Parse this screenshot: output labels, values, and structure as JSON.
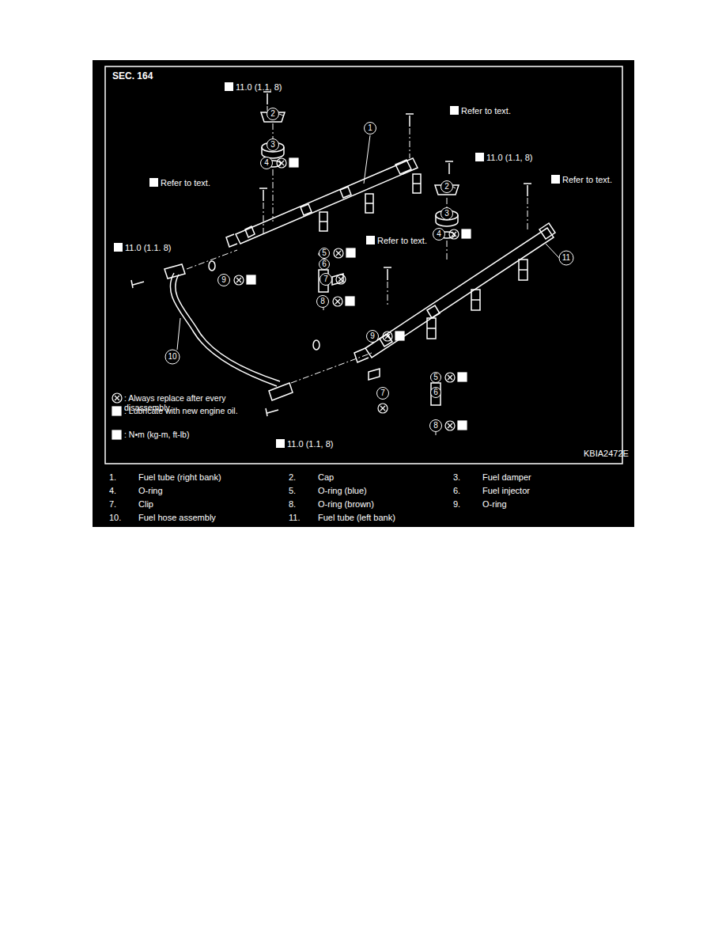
{
  "diagram": {
    "title": "SEC. 164",
    "labels": [
      "11.0 (1.1, 8)",
      "Refer to text.",
      "11.0 (1.1, 8)",
      "Refer to text.",
      "Refer to text.",
      "11.0 (1.1. 8)",
      "Refer to text.",
      "11.0 (1.1, 8)",
      "1",
      "2",
      "3",
      "4",
      "2",
      "3",
      "4",
      "5",
      "6",
      "7",
      "8",
      "9",
      "10",
      "11",
      "9",
      "7",
      "5",
      "6",
      "8",
      "KBIA2472E",
      "1.",
      "Fuel tube (right bank)",
      "2.",
      "Cap",
      "3.",
      "Fuel damper",
      "4.",
      "O-ring",
      "5.",
      "O-ring (blue)",
      "6.",
      "Fuel injector",
      "7.",
      "Clip",
      "8.",
      "O-ring (brown)",
      "9.",
      "O-ring",
      "10.",
      "Fuel hose assembly",
      "11.",
      "Fuel tube (left bank)"
    ],
    "legend": [
      {
        "text": ": Always replace after every disassembly."
      },
      {
        "text": ": Lubricate with new engine oil."
      },
      {
        "text": ": N•m (kg-m, ft-lb)"
      }
    ]
  }
}
